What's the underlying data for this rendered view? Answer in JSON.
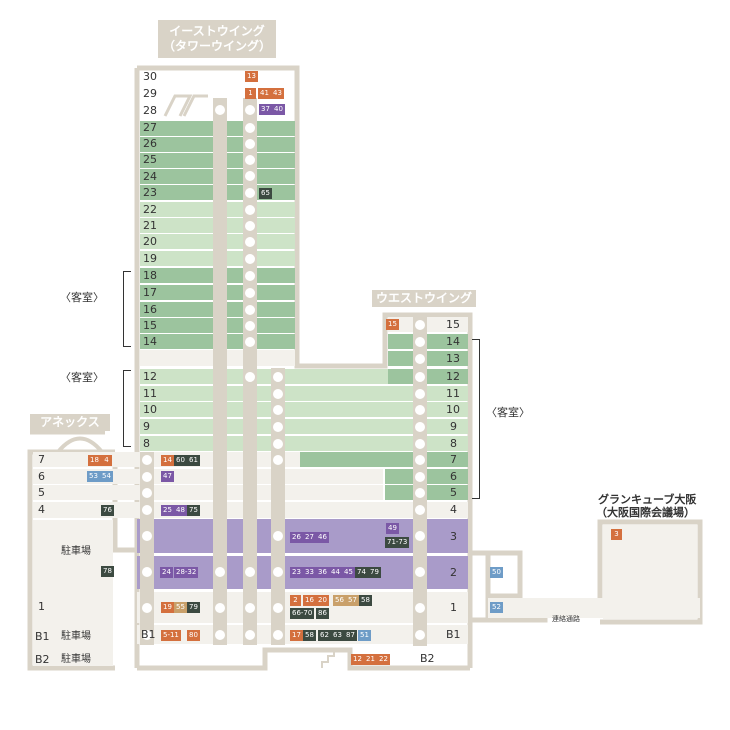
{
  "titles": {
    "east_line1": "イーストウイング",
    "east_line2": "（タワーウイング）",
    "west": "ウエストウイング",
    "annex": "アネックス",
    "cube_line1": "グランキューブ大阪",
    "cube_line2": "（大阪国際会議場）"
  },
  "guest_room_label": "〈客室〉",
  "walkway_label": "連絡通路",
  "east_floors": [
    "30",
    "29",
    "28",
    "27",
    "26",
    "25",
    "24",
    "23",
    "22",
    "21",
    "20",
    "19",
    "18",
    "17",
    "16",
    "15",
    "14",
    "12",
    "11",
    "10",
    "9",
    "8"
  ],
  "west_floors": [
    "15",
    "14",
    "13",
    "12",
    "11",
    "10",
    "9",
    "8",
    "7",
    "6",
    "5",
    "4",
    "3",
    "2",
    "1",
    "B1"
  ],
  "west_b2": "B2",
  "annex_floors": [
    "7",
    "6",
    "5",
    "4",
    "1",
    "B1",
    "B2"
  ],
  "annex_parking": {
    "mid": "駐車場",
    "b1": "駐車場",
    "b2": "駐車場"
  },
  "east_b1": "B1",
  "badges": {
    "f30": [
      "13"
    ],
    "f29": [
      "1",
      "41",
      "43"
    ],
    "f28": [
      "37",
      "40"
    ],
    "f23": [
      "65"
    ],
    "w15": [
      "15"
    ],
    "a7": [
      "18",
      "4"
    ],
    "e7": [
      "14",
      "60",
      "61"
    ],
    "a6": [
      "53",
      "54"
    ],
    "e6": [
      "47"
    ],
    "a4": [
      "76"
    ],
    "e4": [
      "25",
      "48",
      "75"
    ],
    "e3": [
      "26",
      "27",
      "46"
    ],
    "w3": [
      "49",
      "71-73"
    ],
    "a2": [
      "78"
    ],
    "e2a": [
      "24",
      "28-32"
    ],
    "e2b": [
      "23",
      "33",
      "36",
      "44",
      "45",
      "74",
      "79"
    ],
    "c2": [
      "50"
    ],
    "e1a": [
      "19",
      "55",
      "79"
    ],
    "e1b": [
      "2",
      "16",
      "20",
      "56",
      "57",
      "58"
    ],
    "e1c": [
      "66-70",
      "86"
    ],
    "c1": [
      "52"
    ],
    "cube": [
      "3"
    ],
    "eb1a": [
      "5-11",
      "80"
    ],
    "eb1b": [
      "17",
      "58",
      "62",
      "63",
      "87",
      "51"
    ],
    "eb2": [
      "12",
      "21",
      "22"
    ]
  },
  "colors": {
    "outline": "#d9d3c7",
    "room_dark": "#9cc49e",
    "room_light": "#cde3c7",
    "banquet": "#a99bc9",
    "restaurant": "#d4703e",
    "purple_badge": "#7b58a6",
    "dark_badge": "#3c4a41",
    "tan_badge": "#c9a06a",
    "blue_badge": "#6e9cc7"
  }
}
